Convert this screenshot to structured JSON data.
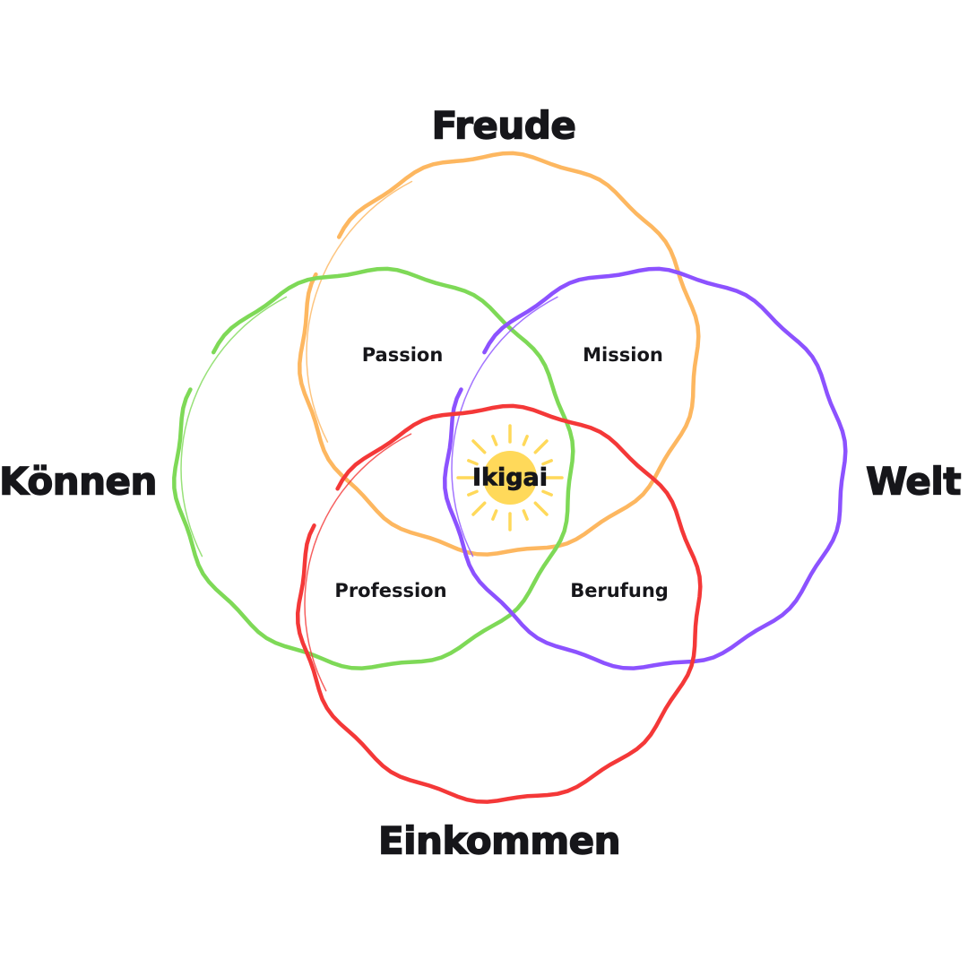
{
  "circles": {
    "freude": {
      "label": "Freude",
      "color": "#FDB760"
    },
    "koennen": {
      "label": "Können",
      "color": "#7ED957"
    },
    "welt": {
      "label": "Welt",
      "color": "#8C52FF"
    },
    "einkommen": {
      "label": "Einkommen",
      "color": "#F43838"
    }
  },
  "overlaps": {
    "passion": "Passion",
    "mission": "Mission",
    "profession": "Profession",
    "berufung": "Berufung"
  },
  "center": {
    "label": "Ikigai",
    "sun_color": "#FFD95A"
  }
}
